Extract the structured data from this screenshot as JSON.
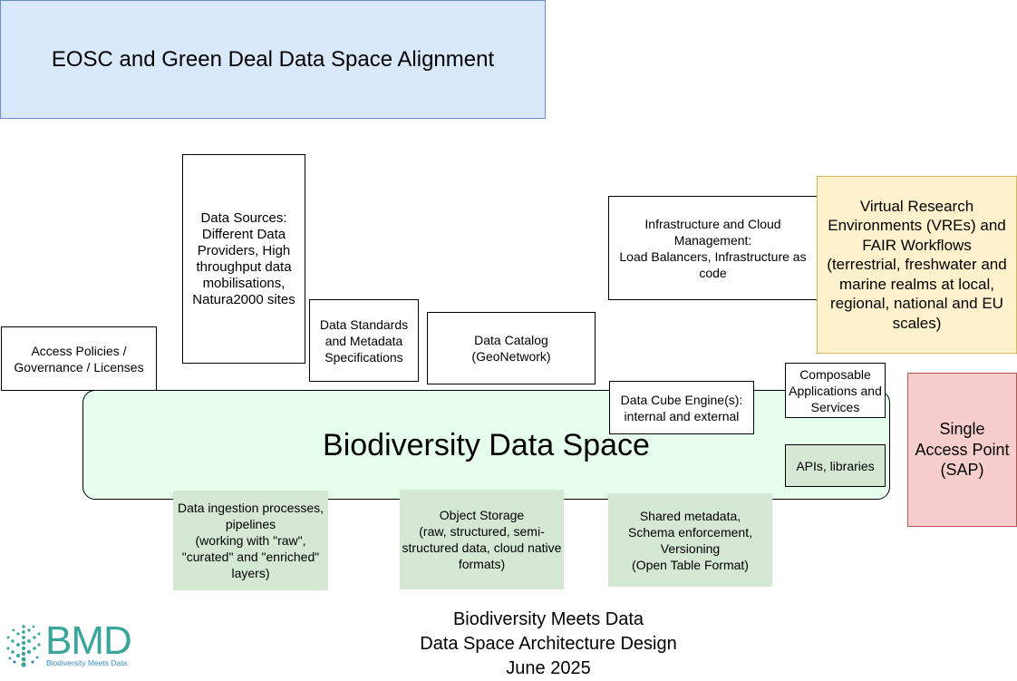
{
  "boxes": {
    "eosc": "EOSC and Green Deal Data Space Alignment",
    "data_space": "Biodiversity Data Space",
    "data_sources": "Data Sources:\nDifferent Data Providers, High throughput data mobilisations, Natura2000 sites",
    "access_policies": "Access Policies /\nGovernance / Licenses",
    "data_standards": "Data Standards and Metadata Specifications",
    "data_catalog": "Data Catalog\n(GeoNetwork)",
    "infrastructure": "Infrastructure and Cloud Management:\nLoad Balancers, Infrastructure as code",
    "vre": "Virtual Research Environments  (VREs) and FAIR Workflows\n(terrestrial, freshwater and marine realms at local, regional, national and EU scales)",
    "data_cube": "Data Cube Engine(s):\ninternal and external",
    "composable": "Composable Applications and Services",
    "apis": "APIs, libraries",
    "sap": "Single\nAccess Point\n(SAP)",
    "ingestion": "Data ingestion processes, pipelines\n(working with \"raw\", \"curated\" and \"enriched\" layers)",
    "object_storage": "Object Storage\n(raw, structured, semi-structured data, cloud native formats)",
    "shared_metadata": "Shared metadata,\nSchema enforcement,\nVersioning\n(Open Table Format)"
  },
  "footer": "Biodiversity Meets Data\nData Space Architecture Design\nJune 2025",
  "logo": {
    "letters": "BMD",
    "subtitle": "Biodiversity Meets Data",
    "icon": "tree-dots-icon"
  },
  "colors": {
    "eosc_fill": "#dae8fc",
    "eosc_stroke": "#6c8ebf",
    "data_space_fill": "#e6ffec",
    "green_fill": "#d5e8d4",
    "vre_fill": "#fff2cc",
    "vre_stroke": "#d6b656",
    "sap_fill": "#f8cecc",
    "sap_stroke": "#b85450",
    "logo_teal": "#3aa59a",
    "logo_blue": "#3a8ec2"
  }
}
